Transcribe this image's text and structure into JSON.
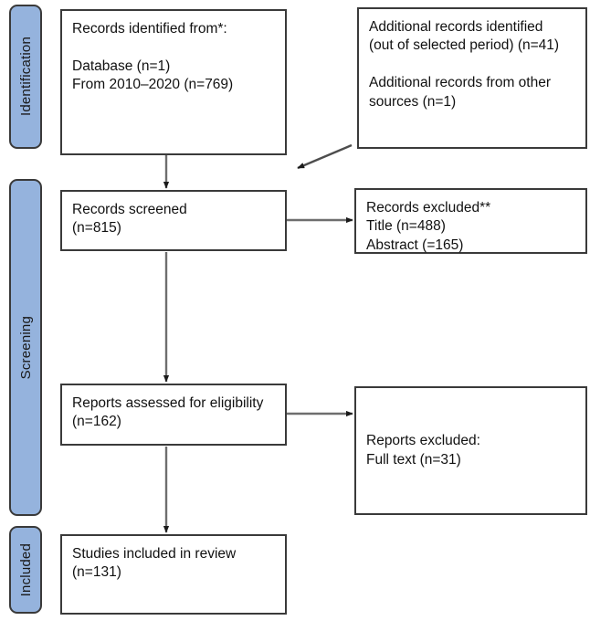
{
  "diagram": {
    "type": "prisma-flow-diagram",
    "title": "PRISMA study selection flow diagram",
    "colors": {
      "stage_fill": "#95b3dd",
      "stage_border": "#3a3a3a",
      "box_border": "#3a3a3a",
      "box_fill": "#ffffff",
      "text": "#111111",
      "connector": "#555555",
      "background": "#ffffff"
    }
  },
  "stages": [
    {
      "id": "identification",
      "label": "Identification"
    },
    {
      "id": "screening",
      "label": "Screening"
    },
    {
      "id": "included",
      "label": "Included"
    }
  ],
  "boxes": {
    "records_identified": {
      "text": "Records identified from*:\n\nDatabase (n=1)\nFrom 2010–2020 (n=769)",
      "counts": {
        "databases": 1,
        "records": 769,
        "period": "2010–2020"
      }
    },
    "additional_records": {
      "text": "Additional records identified\n(out of selected period) (n=41)\n\nAdditional records from other\nsources (n=1)",
      "counts": {
        "out_of_period": 41,
        "other_sources": 1
      }
    },
    "records_screened": {
      "text": "Records screened\n(n=815)",
      "counts": {
        "screened": 815
      }
    },
    "records_excluded": {
      "text": "Records excluded**\nTitle (n=488)\nAbstract (=165)",
      "counts": {
        "title": 488,
        "abstract": 165
      }
    },
    "reports_assessed": {
      "text": "Reports assessed for eligibility\n(n=162)",
      "counts": {
        "assessed": 162
      }
    },
    "reports_excluded": {
      "text": "Reports excluded:\nFull text (n=31)",
      "counts": {
        "full_text": 31
      }
    },
    "studies_included": {
      "text": "Studies included in review\n(n=131)",
      "counts": {
        "included": 131
      }
    }
  },
  "connectors": [
    {
      "id": "identified-to-screened",
      "from": "records_identified",
      "to": "records_screened",
      "direction": "down"
    },
    {
      "id": "additional-to-screened",
      "from": "additional_records",
      "to": "records_screened",
      "direction": "diagonal-down-left"
    },
    {
      "id": "screened-to-excluded",
      "from": "records_screened",
      "to": "records_excluded",
      "direction": "right"
    },
    {
      "id": "screened-to-assessed",
      "from": "records_screened",
      "to": "reports_assessed",
      "direction": "down"
    },
    {
      "id": "assessed-to-excluded",
      "from": "reports_assessed",
      "to": "reports_excluded",
      "direction": "right"
    },
    {
      "id": "assessed-to-included",
      "from": "reports_assessed",
      "to": "studies_included",
      "direction": "down"
    }
  ]
}
